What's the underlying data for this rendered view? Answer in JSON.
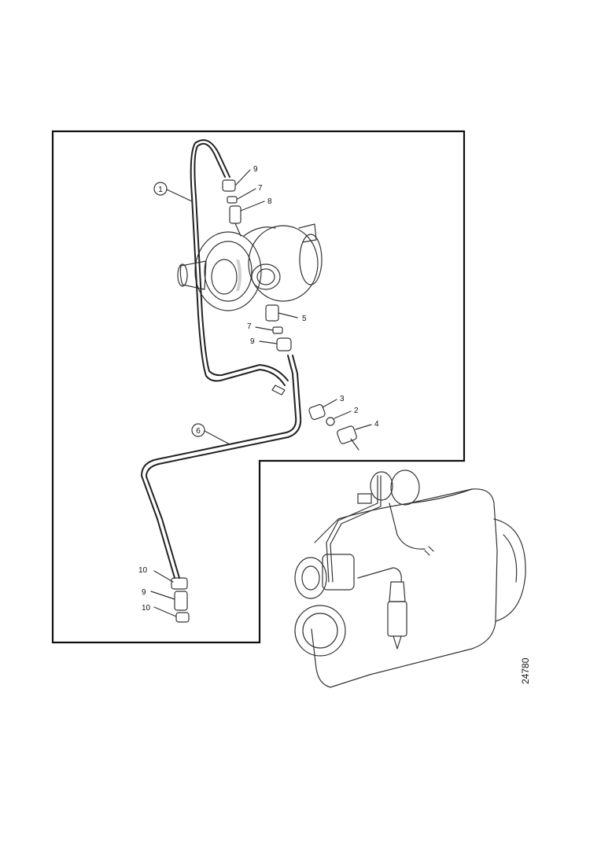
{
  "figure_ref": "24780",
  "callouts": {
    "pipe_1": "1",
    "pipe_6": "6",
    "top_nut": "9",
    "top_washer": "7",
    "top_fitting": "8",
    "turbo_fitting": "5",
    "mid_washer": "7",
    "mid_nut": "9",
    "sensor_nut": "3",
    "sensor_washer": "2",
    "sensor": "4",
    "bottom_upper": "10",
    "bottom_mid": "9",
    "bottom_lower": "10"
  }
}
